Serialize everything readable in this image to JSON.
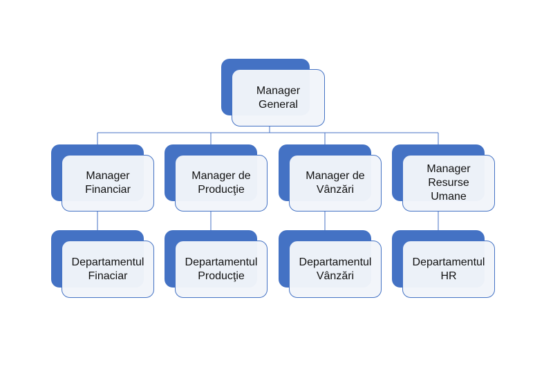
{
  "colors": {
    "accent": "#4472c4",
    "box_fill": "#f2f5fa",
    "text": "#111111"
  },
  "org_chart": {
    "root": {
      "label": "Manager\nGeneral"
    },
    "managers": [
      {
        "label": "Manager\nFinanciar"
      },
      {
        "label": "Manager de\nProducţie"
      },
      {
        "label": "Manager de\nVânzări"
      },
      {
        "label": "Manager\nResurse\nUmane"
      }
    ],
    "departments": [
      {
        "label": "Departamentul\nFinaciar"
      },
      {
        "label": "Departamentul\nProducţie"
      },
      {
        "label": "Departamentul\nVânzări"
      },
      {
        "label": "Departamentul\nHR"
      }
    ]
  }
}
